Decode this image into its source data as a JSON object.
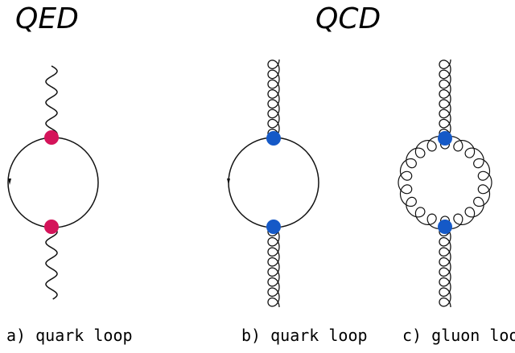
{
  "titles": {
    "left": "QED",
    "right": "QCD"
  },
  "captions": {
    "a": "a) quark loop",
    "b": "b) quark loop",
    "c": "c) gluon loop"
  },
  "colors": {
    "ink": "#111111",
    "qed_vertex": "#d4145a",
    "qcd_vertex": "#1559c7"
  },
  "diagrams": [
    {
      "id": "a",
      "theory": "QED",
      "external_line": "photon (wavy)",
      "loop": "quark",
      "vertex_color": "qed_vertex"
    },
    {
      "id": "b",
      "theory": "QCD",
      "external_line": "gluon (curly)",
      "loop": "quark",
      "vertex_color": "qcd_vertex"
    },
    {
      "id": "c",
      "theory": "QCD",
      "external_line": "gluon (curly)",
      "loop": "gluon",
      "vertex_color": "qcd_vertex"
    }
  ]
}
